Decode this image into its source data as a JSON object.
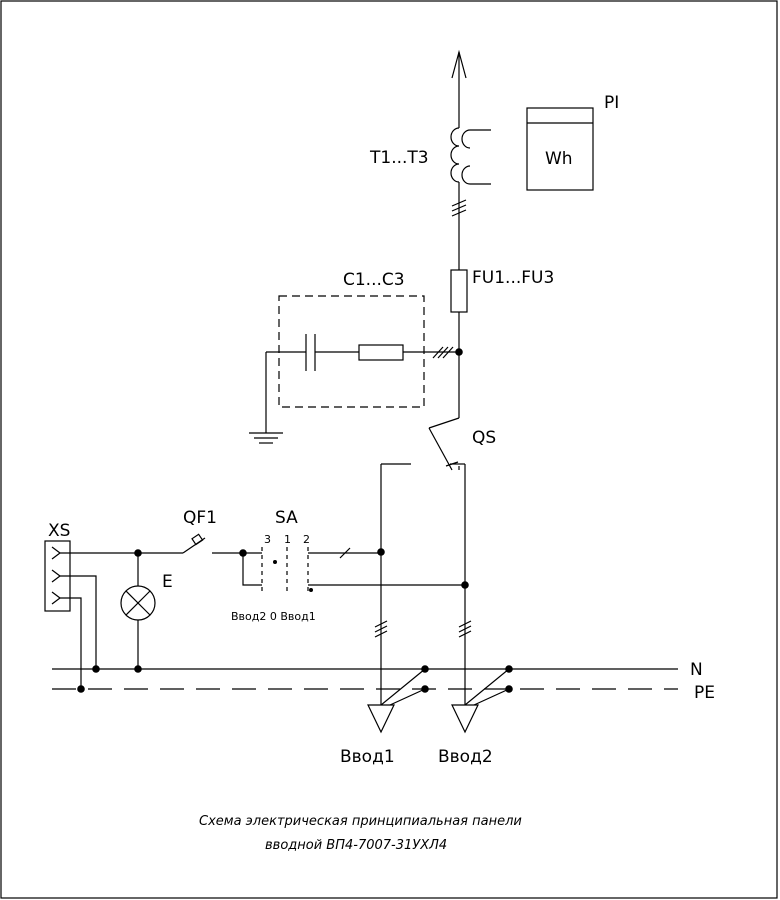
{
  "labels": {
    "meter": "PI",
    "meter_unit": "Wh",
    "current_transformers": "T1...T3",
    "capacitors": "C1...C3",
    "fuses": "FU1...FU3",
    "switch": "QS",
    "socket": "XS",
    "breaker": "QF1",
    "selector": "SA",
    "lamp": "E",
    "selector_pos_3": "3",
    "selector_pos_1": "1",
    "selector_pos_2": "2",
    "selector_captions": "Ввод2 0 Ввод1",
    "neutral": "N",
    "protective_earth": "PE",
    "input_1": "Ввод1",
    "input_2": "Ввод2"
  },
  "caption": {
    "line1": "Схема электрическая принципиальная панели",
    "line2": "вводной ВП4-7007-31УХЛ4"
  }
}
